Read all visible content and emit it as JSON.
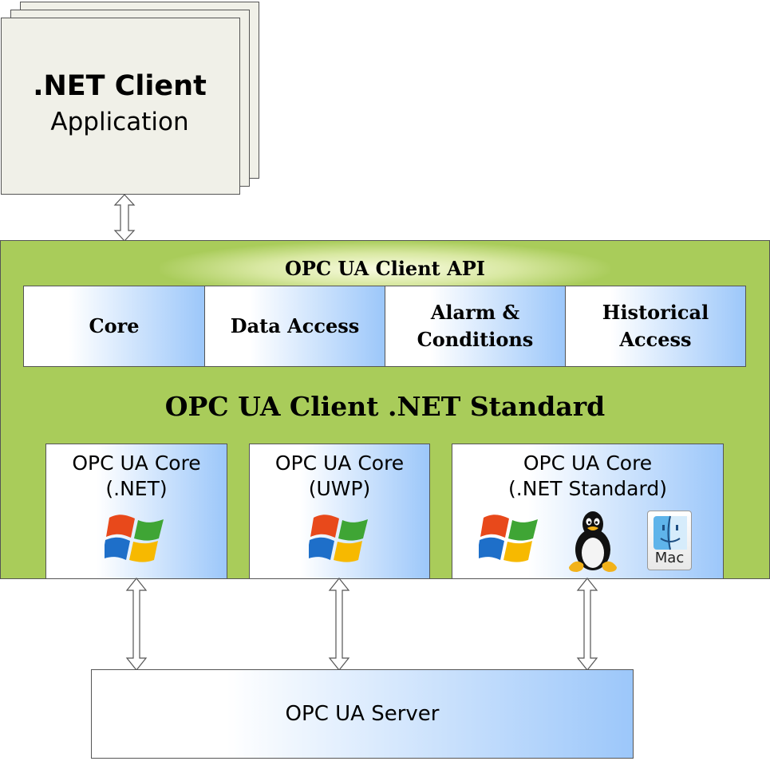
{
  "client": {
    "title": ".NET Client",
    "subtitle": "Application"
  },
  "api": {
    "title": "OPC UA Client API",
    "modules": [
      {
        "label": "Core"
      },
      {
        "label": "Data Access"
      },
      {
        "label": "Alarm &\nConditions"
      },
      {
        "label": "Historical\nAccess"
      }
    ]
  },
  "standard": {
    "title": "OPC UA Client .NET Standard"
  },
  "cores": [
    {
      "label": "OPC UA Core\n(.NET)"
    },
    {
      "label": "OPC UA Core\n(UWP)"
    },
    {
      "label": "OPC UA Core\n(.NET Standard)"
    }
  ],
  "mac_label": "Mac",
  "server": {
    "label": "OPC UA Server"
  },
  "icons": [
    "windows-logo-icon",
    "linux-tux-icon",
    "mac-finder-icon",
    "double-arrow-icon"
  ],
  "colors": {
    "green_container": "#a9cc5a",
    "module_gradient_end": "#9cc7fa",
    "client_card": "#f0f0e8"
  }
}
